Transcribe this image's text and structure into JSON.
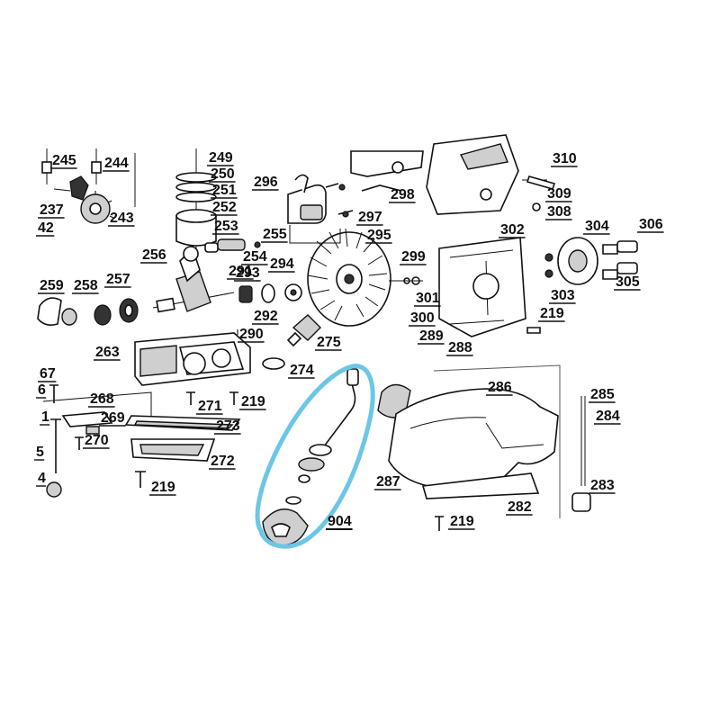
{
  "callouts": [
    {
      "id": "c245",
      "text": "245"
    },
    {
      "id": "c244",
      "text": "244"
    },
    {
      "id": "c237",
      "text": "237"
    },
    {
      "id": "c42",
      "text": "42"
    },
    {
      "id": "c243",
      "text": "243"
    },
    {
      "id": "c249",
      "text": "249"
    },
    {
      "id": "c250",
      "text": "250"
    },
    {
      "id": "c251",
      "text": "251"
    },
    {
      "id": "c252",
      "text": "252"
    },
    {
      "id": "c253",
      "text": "253"
    },
    {
      "id": "c255",
      "text": "255"
    },
    {
      "id": "c254",
      "text": "254"
    },
    {
      "id": "c256",
      "text": "256"
    },
    {
      "id": "c259",
      "text": "259"
    },
    {
      "id": "c258",
      "text": "258"
    },
    {
      "id": "c257",
      "text": "257"
    },
    {
      "id": "c291",
      "text": "291"
    },
    {
      "id": "c293",
      "text": "293"
    },
    {
      "id": "c294",
      "text": "294"
    },
    {
      "id": "c292",
      "text": "292"
    },
    {
      "id": "c290",
      "text": "290"
    },
    {
      "id": "c263",
      "text": "263"
    },
    {
      "id": "c296",
      "text": "296"
    },
    {
      "id": "c298",
      "text": "298"
    },
    {
      "id": "c297",
      "text": "297"
    },
    {
      "id": "c295",
      "text": "295"
    },
    {
      "id": "c275",
      "text": "275"
    },
    {
      "id": "c274",
      "text": "274"
    },
    {
      "id": "c310",
      "text": "310"
    },
    {
      "id": "c309",
      "text": "309"
    },
    {
      "id": "c308",
      "text": "308"
    },
    {
      "id": "c302",
      "text": "302"
    },
    {
      "id": "c304",
      "text": "304"
    },
    {
      "id": "c306",
      "text": "306"
    },
    {
      "id": "c299",
      "text": "299"
    },
    {
      "id": "c301",
      "text": "301"
    },
    {
      "id": "c300",
      "text": "300"
    },
    {
      "id": "c303",
      "text": "303"
    },
    {
      "id": "c305",
      "text": "305"
    },
    {
      "id": "c219a",
      "text": "219"
    },
    {
      "id": "c289",
      "text": "289"
    },
    {
      "id": "c288",
      "text": "288"
    },
    {
      "id": "c67",
      "text": "67"
    },
    {
      "id": "c6",
      "text": "6"
    },
    {
      "id": "c1",
      "text": "1"
    },
    {
      "id": "c5",
      "text": "5"
    },
    {
      "id": "c4",
      "text": "4"
    },
    {
      "id": "c268",
      "text": "268"
    },
    {
      "id": "c269",
      "text": "269"
    },
    {
      "id": "c270",
      "text": "270"
    },
    {
      "id": "c271",
      "text": "271"
    },
    {
      "id": "c219b",
      "text": "219"
    },
    {
      "id": "c273",
      "text": "273"
    },
    {
      "id": "c272",
      "text": "272"
    },
    {
      "id": "c219c",
      "text": "219"
    },
    {
      "id": "c286",
      "text": "286"
    },
    {
      "id": "c285",
      "text": "285"
    },
    {
      "id": "c284",
      "text": "284"
    },
    {
      "id": "c287",
      "text": "287"
    },
    {
      "id": "c283",
      "text": "283"
    },
    {
      "id": "c282",
      "text": "282"
    },
    {
      "id": "c219d",
      "text": "219"
    },
    {
      "id": "c904",
      "text": "904"
    }
  ],
  "colors": {
    "highlight": "#6cc6e6",
    "ink": "#111111"
  }
}
